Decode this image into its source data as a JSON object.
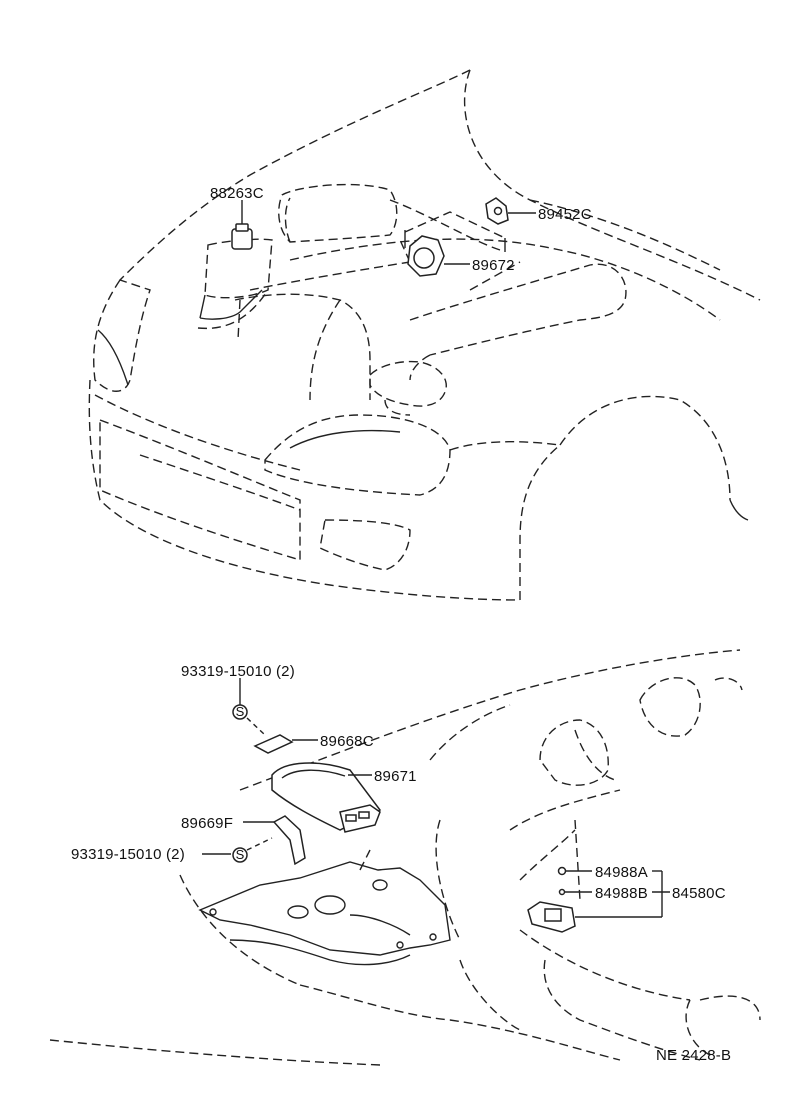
{
  "labels": {
    "p88263C": "88263C",
    "p89452C": "89452C",
    "p89672": "89672",
    "p93319_top": "93319-15010 (2)",
    "p89668C": "89668C",
    "p89671": "89671",
    "p89669F": "89669F",
    "p93319_left": "93319-15010 (2)",
    "p84988A": "84988A",
    "p84988B": "84988B",
    "p84580C": "84580C"
  },
  "symbols": {
    "screw_mark": "S"
  },
  "footer": {
    "code": "NE  2428-B"
  }
}
